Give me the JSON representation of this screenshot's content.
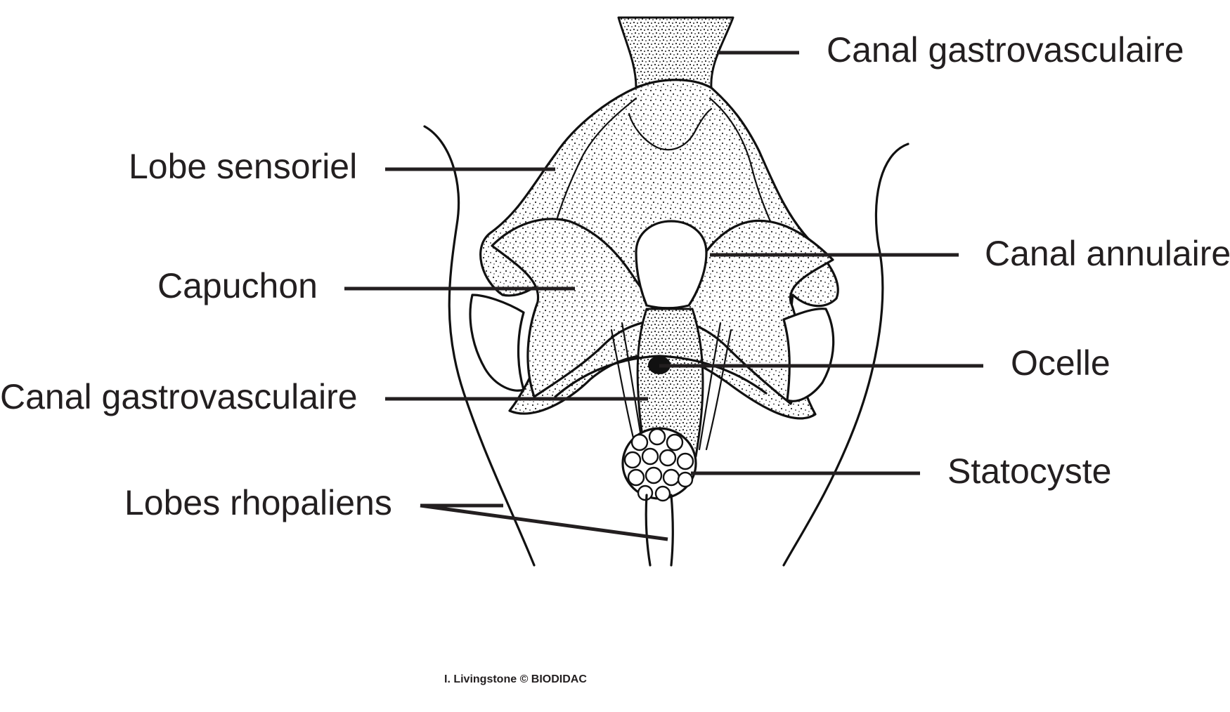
{
  "labels": {
    "canal_gastrovasculaire_top": "Canal gastrovasculaire",
    "lobe_sensoriel": "Lobe sensoriel",
    "canal_annulaire": "Canal annulaire",
    "capuchon": "Capuchon",
    "ocelle": "Ocelle",
    "canal_gastrovasculaire_left": "Canal gastrovasculaire",
    "statocyste": "Statocyste",
    "lobes_rhopaliens": "Lobes rhopaliens"
  },
  "credit": "I. Livingstone © BIODIDAC",
  "colors": {
    "ink": "#231f20",
    "background": "#ffffff"
  }
}
